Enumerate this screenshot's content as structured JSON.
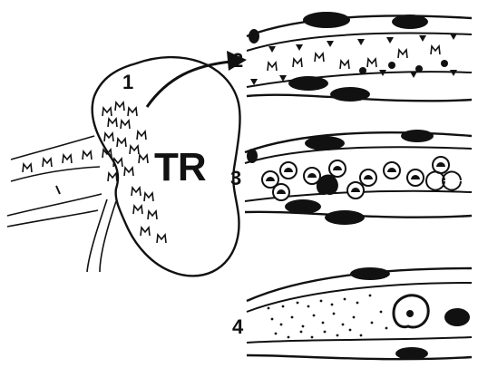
{
  "labels": {
    "kidney_number": "1",
    "tr": "TR",
    "panel2": "2",
    "panel3": "3",
    "panel4": "4"
  },
  "colors": {
    "ink": "#111111",
    "paper": "#ffffff"
  }
}
